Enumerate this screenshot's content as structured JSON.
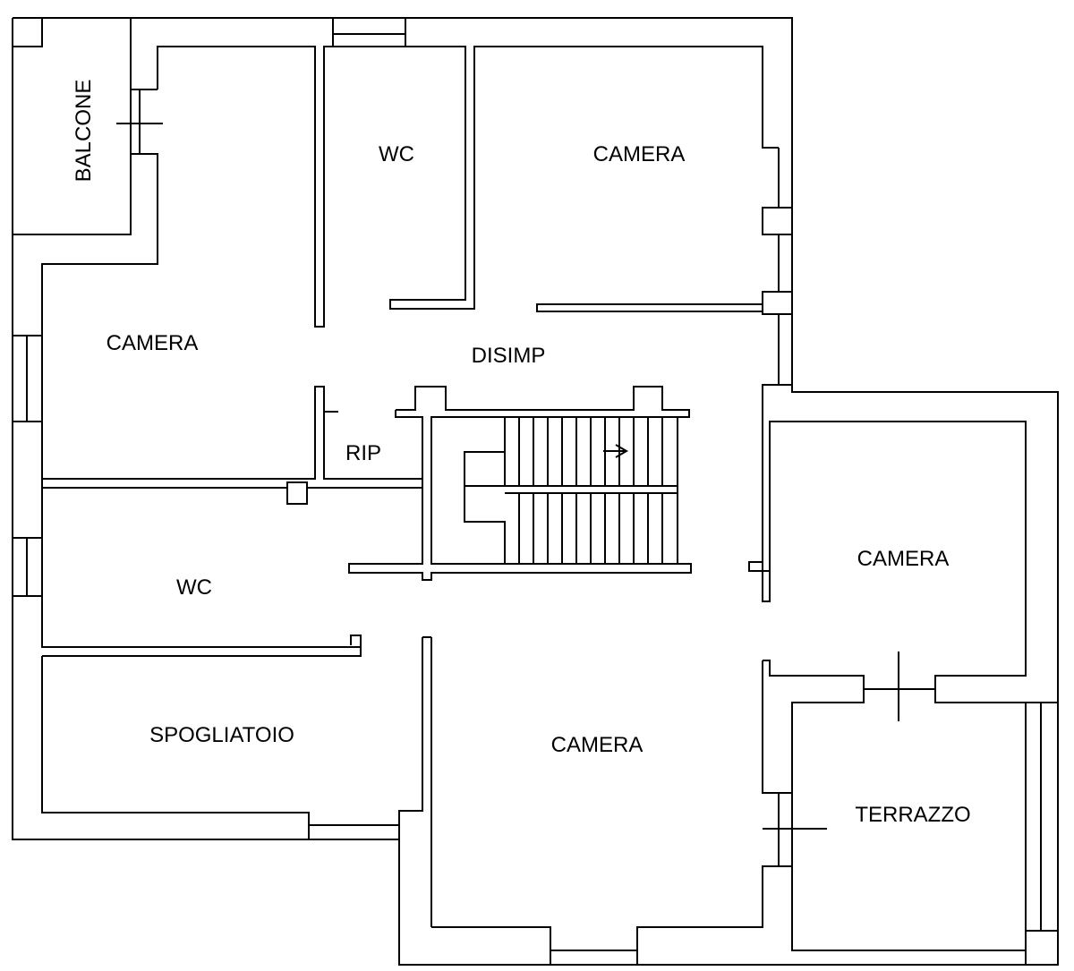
{
  "rooms": {
    "balcone": "BALCONE",
    "wc_top": "WC",
    "camera_top_right": "CAMERA",
    "camera_left": "CAMERA",
    "disimp": "DISIMP",
    "rip": "RIP",
    "wc_left": "WC",
    "camera_right": "CAMERA",
    "spogliatoio": "SPOGLIATOIO",
    "camera_bottom": "CAMERA",
    "terrazzo": "TERRAZZO"
  },
  "colors": {
    "wall": "#000000",
    "background": "#ffffff"
  }
}
